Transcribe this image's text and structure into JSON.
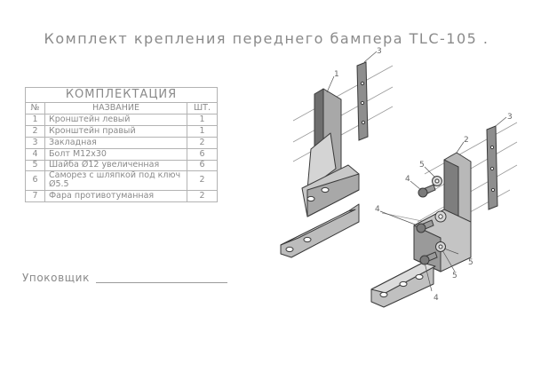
{
  "title": "Комплект крепления переднего бампера TLC-105 .",
  "table": {
    "caption": "КОМПЛЕКТАЦИЯ",
    "headers": {
      "num": "№",
      "name": "НАЗВАНИЕ",
      "qty": "ШТ."
    },
    "rows": [
      {
        "num": "1",
        "name": "Кронштейн левый",
        "qty": "1"
      },
      {
        "num": "2",
        "name": "Кронштейн правый",
        "qty": "1"
      },
      {
        "num": "3",
        "name": "Закладная",
        "qty": "2"
      },
      {
        "num": "4",
        "name": "Болт М12х30",
        "qty": "6"
      },
      {
        "num": "5",
        "name": "Шайба Ø12 увеличенная",
        "qty": "6"
      },
      {
        "num": "6",
        "name": "Саморез с шляпкой под ключ Ø5.5",
        "qty": "2"
      },
      {
        "num": "7",
        "name": "Фара противотуманная",
        "qty": "2"
      }
    ]
  },
  "packer_label": "Упоковщик",
  "callouts": {
    "left_bracket": "1",
    "left_plate": "3",
    "right_bracket": "2",
    "right_plate": "3",
    "bolt_a": "4",
    "bolt_b": "4",
    "bolt_c": "4",
    "washer_a": "5",
    "washer_b": "5",
    "washer_c": "5"
  },
  "colors": {
    "text": "#8a8a8a",
    "metal_light": "#d4d4d4",
    "metal_mid": "#a8a8a8",
    "metal_dark": "#6e6e6e",
    "outline": "#3a3a3a"
  }
}
